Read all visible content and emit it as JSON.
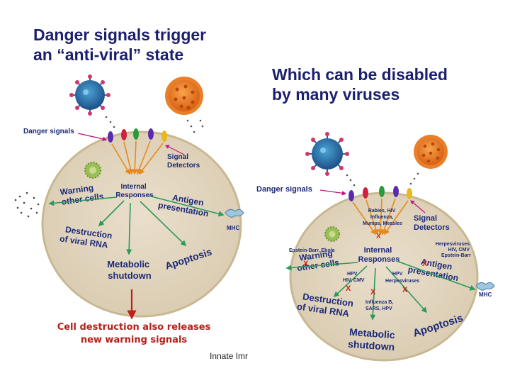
{
  "slide": {
    "title_left": "Danger signals trigger\nan “anti-viral” state",
    "title_right": "Which can be disabled\nby many viruses",
    "caption": "Cell destruction also releases\nnew warning signals",
    "footer": "Innate Imr"
  },
  "left_cell": {
    "danger_signals": "Danger signals",
    "signal_detectors": [
      "Signal",
      "Detectors"
    ],
    "internal_responses": [
      "Internal",
      "Responses"
    ],
    "warning": [
      "Warning",
      "other cells"
    ],
    "antigen": [
      "Antigen",
      "presentation"
    ],
    "mhc": "MHC",
    "destruction": [
      "Destruction",
      "of viral RNA"
    ],
    "apoptosis": "Apoptosis",
    "metabolic": [
      "Metabolic",
      "shutdown"
    ]
  },
  "right_cell": {
    "danger_signals": "Danger signals",
    "signal_detectors": [
      "Signal",
      "Detectors"
    ],
    "detector_viruses": [
      "Rabies, HIV",
      "Influenza,",
      "Mumps, Measles"
    ],
    "internal_responses": [
      "Internal",
      "Responses"
    ],
    "warning": [
      "Warning",
      "other cells"
    ],
    "warning_viruses": "Epstein-Barr, Ebola",
    "antigen": [
      "Antigen",
      "presentation"
    ],
    "antigen_viruses": [
      "Herpesviruses",
      "HIV, CMV",
      "Epstein-Barr"
    ],
    "mhc": "MHC",
    "hpv_hiv_cmv": [
      "HPV",
      "HIV, CMV"
    ],
    "hpv_herpes": [
      "HPV",
      "Herpesviruses"
    ],
    "destruction": [
      "Destruction",
      "of viral RNA"
    ],
    "destruction_viruses": [
      "Influenza B,",
      "SARS, HPV"
    ],
    "apoptosis": "Apoptosis",
    "metabolic": [
      "Metabolic",
      "shutdown"
    ],
    "block_mark": "X"
  },
  "colors": {
    "title": "#1b1f6e",
    "caption": "#b3201a",
    "cell_fill": "#e2d6c0",
    "cell_stroke": "#c8b892",
    "label_blue": "#1c2a7a",
    "arrow_green": "#2a9a5a",
    "arrow_orange": "#e68a1c",
    "block_red": "#d21f1f"
  }
}
